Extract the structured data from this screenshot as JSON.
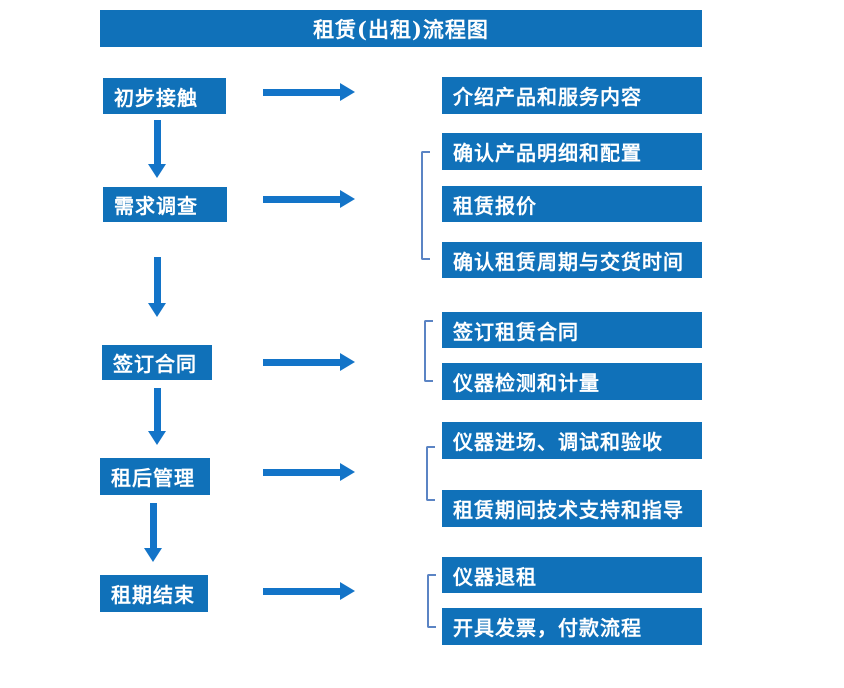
{
  "title": "租赁(出租)流程图",
  "colors": {
    "box_blue": "#1071b9",
    "arrow_blue": "#1374c8",
    "bracket_blue": "#5b84c4",
    "text_white": "#ffffff"
  },
  "stages": [
    {
      "label": "初步接触",
      "details": [
        "介绍产品和服务内容"
      ]
    },
    {
      "label": "需求调查",
      "details": [
        "确认产品明细和配置",
        "租赁报价",
        "确认租赁周期与交货时间"
      ]
    },
    {
      "label": "签订合同",
      "details": [
        "签订租赁合同",
        "仪器检测和计量"
      ]
    },
    {
      "label": "租后管理",
      "details": [
        "仪器进场、调试和验收",
        "租赁期间技术支持和指导"
      ]
    },
    {
      "label": "租期结束",
      "details": [
        "仪器退租",
        "开具发票，付款流程"
      ]
    }
  ]
}
